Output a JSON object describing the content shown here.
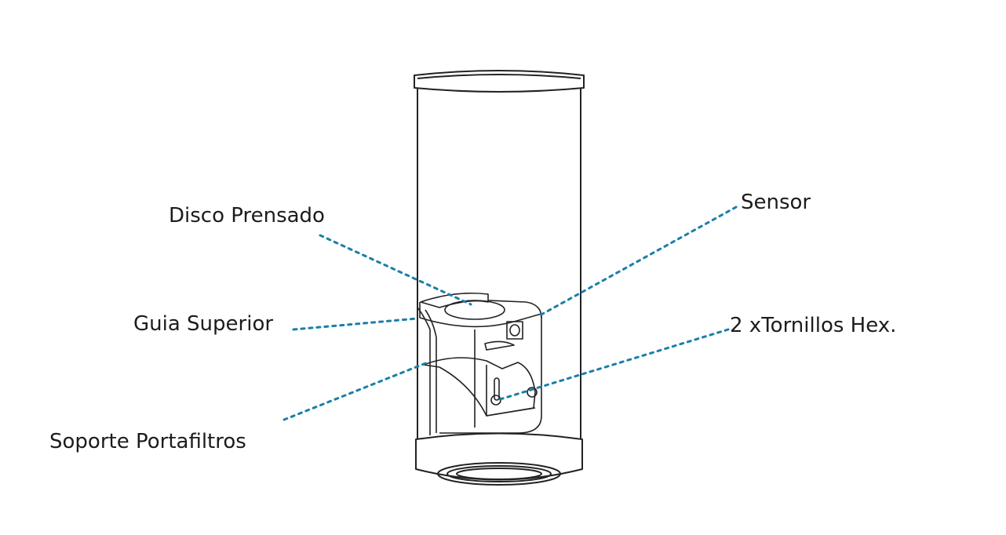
{
  "labels": {
    "disco_prensado": "Disco Prensado",
    "sensor": "Sensor",
    "guia_superior": "Guia Superior",
    "tornillos": "2 xTornillos Hex.",
    "soporte": "Soporte Portafiltros"
  },
  "colors": {
    "leader": "#1a7fa8",
    "outline": "#222222"
  }
}
